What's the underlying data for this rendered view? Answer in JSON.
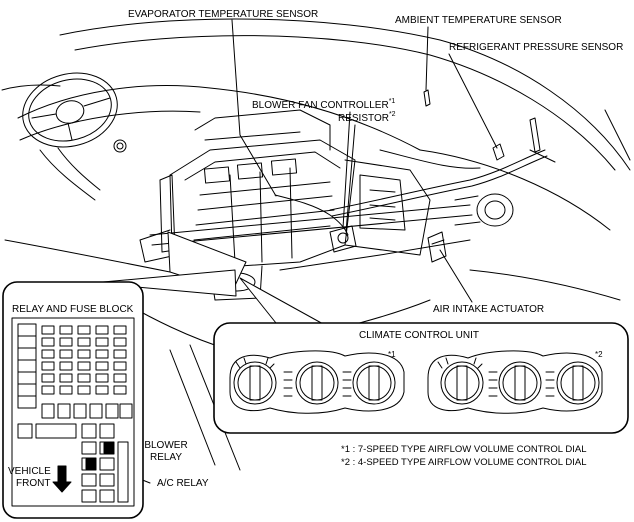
{
  "labels": {
    "evaporator_sensor": "EVAPORATOR TEMPERATURE SENSOR",
    "ambient_sensor": "AMBIENT TEMPERATURE SENSOR",
    "refrigerant_sensor": "REFRIGERANT PRESSURE SENSOR",
    "blower_fan_controller": "BLOWER FAN CONTROLLER",
    "blower_fan_controller_mark": "*1",
    "resistor": "RESISTOR",
    "resistor_mark": "*2",
    "air_intake_actuator": "AIR INTAKE ACTUATOR",
    "relay_fuse_block": "RELAY AND FUSE BLOCK",
    "climate_control_unit": "CLIMATE CONTROL UNIT",
    "unit_mark_1": "*1",
    "unit_mark_2": "*2",
    "blower_relay_line1": "BLOWER",
    "blower_relay_line2": "RELAY",
    "vehicle_front_line1": "VEHICLE",
    "vehicle_front_line2": "FRONT",
    "ac_relay": "A/C RELAY"
  },
  "notes": [
    "*1 : 7-SPEED TYPE AIRFLOW VOLUME CONTROL DIAL",
    "*2 : 4-SPEED TYPE AIRFLOW VOLUME CONTROL DIAL"
  ]
}
